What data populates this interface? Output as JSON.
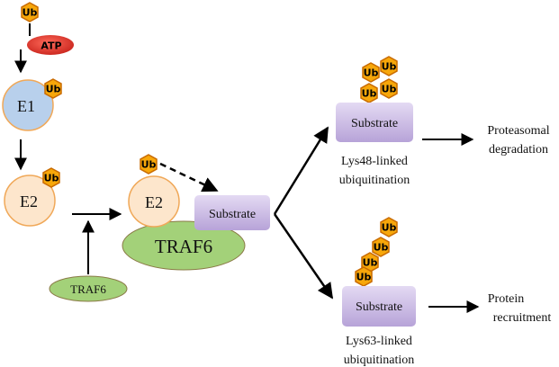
{
  "colors": {
    "ub_fill": "#f7a70a",
    "ub_stroke": "#c96b00",
    "atp_fill": "#e0332b",
    "e1_fill": "#b8d0ec",
    "e2_fill": "#fde6cc",
    "traf6_fill": "#a3d179",
    "substrate_fill": "#cdbde6",
    "arrow": "#000000"
  },
  "labels": {
    "ub": "Ub",
    "atp": "ATP",
    "e1": "E1",
    "e2": "E2",
    "traf6": "TRAF6",
    "substrate": "Substrate"
  },
  "outcomes": {
    "lys48": {
      "linkage_line1": "Lys48-linked",
      "linkage_line2": "ubiquitination",
      "result_line1": "Proteasomal",
      "result_line2": "degradation"
    },
    "lys63": {
      "linkage_line1": "Lys63-linked",
      "linkage_line2": "ubiquitination",
      "result_line1": "Protein",
      "result_line2": "recruitment"
    }
  }
}
